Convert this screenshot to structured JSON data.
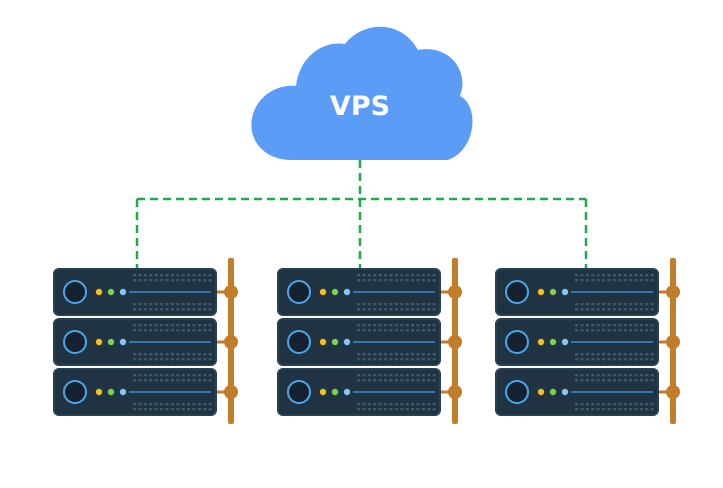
{
  "cloud": {
    "label": "VPS",
    "color": "#5b9cf6"
  },
  "connectors": {
    "color": "#1faa4d",
    "style": "dashed"
  },
  "server_racks": {
    "count": 3,
    "units_per_rack": 3,
    "body_color": "#1f3343",
    "edge_color": "#2b4656",
    "line_color": "#3b8bd0",
    "vent_color": "#3e5866",
    "power_button_ring_color": "#4aa7e8",
    "rail_color": "#c17e2a",
    "led_colors": [
      "#f2c21b",
      "#7fd04a",
      "#8bc6ee"
    ]
  }
}
